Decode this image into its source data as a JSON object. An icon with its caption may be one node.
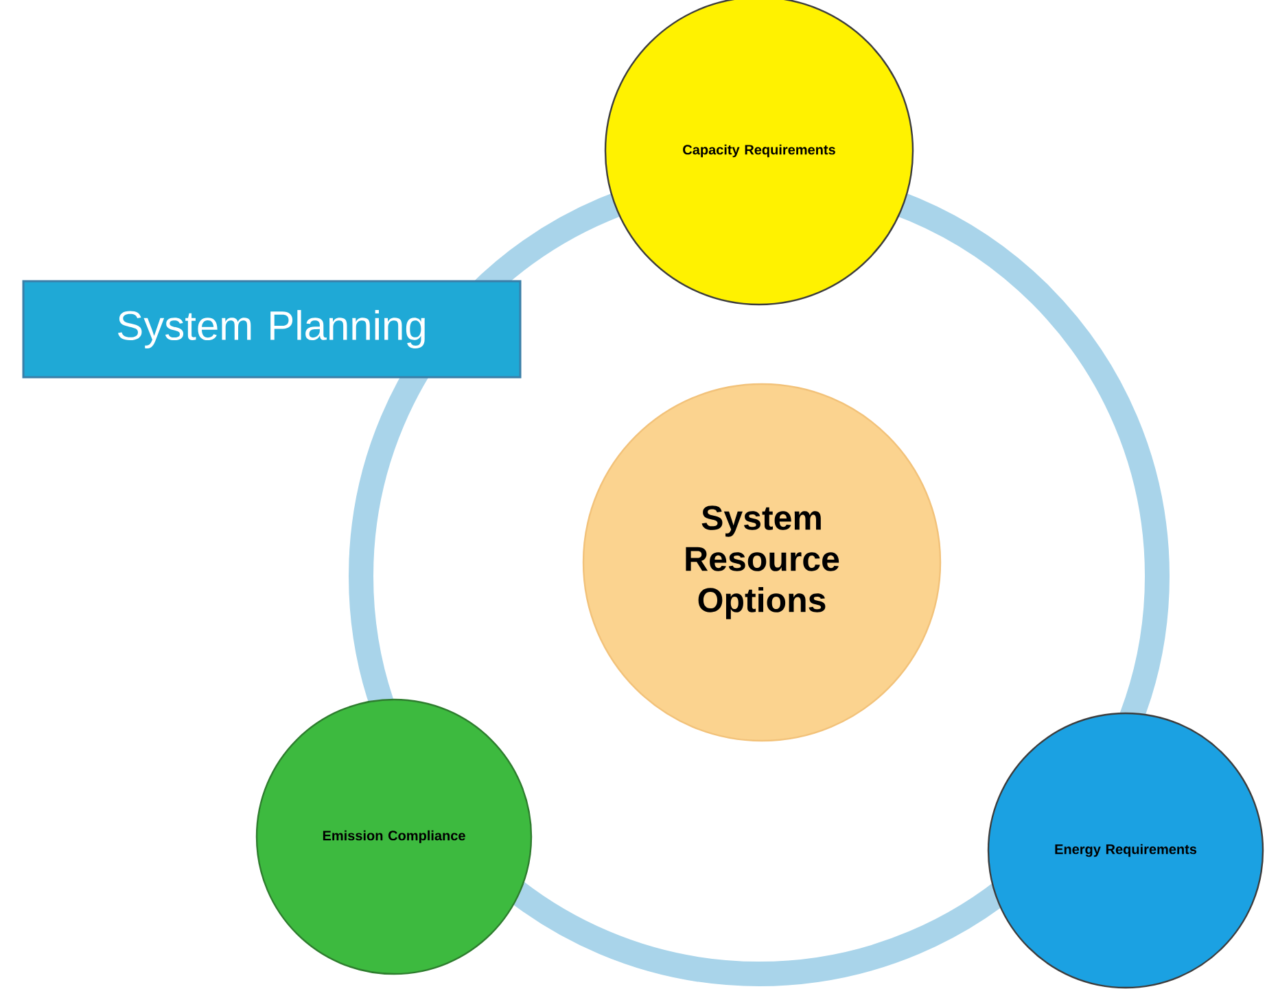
{
  "diagram": {
    "nodes": [
      {
        "text": [
          "System Planning"
        ]
      },
      {
        "text": [
          "Capacity Requirements"
        ]
      },
      {
        "text": [
          "System Resource Options"
        ]
      },
      {
        "text": [
          "Emission Compliance"
        ]
      },
      {
        "text": [
          "Energy Requirements"
        ]
      }
    ]
  }
}
